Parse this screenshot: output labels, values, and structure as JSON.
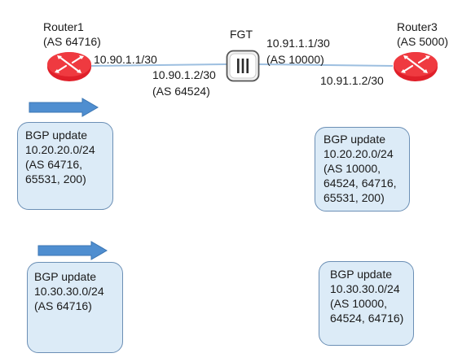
{
  "nodes": {
    "router1": {
      "name": "Router1",
      "as": "(AS 64716)"
    },
    "fgt": {
      "name": "FGT"
    },
    "router3": {
      "name": "Router3",
      "as": "(AS 5000)"
    }
  },
  "links": {
    "router1_ip": "10.90.1.1/30",
    "fgt_left_ip": "10.90.1.2/30",
    "fgt_left_as": "(AS 64524)",
    "fgt_right_ip": "10.91.1.1/30",
    "fgt_right_as": "(AS 10000)",
    "router3_ip": "10.91.1.2/30"
  },
  "updates": {
    "left_top": [
      "BGP update",
      "10.20.20.0/24",
      "(AS 64716,",
      "65531, 200)"
    ],
    "right_top": [
      "BGP update",
      "10.20.20.0/24",
      "(AS 10000,",
      "64524, 64716,",
      "65531, 200)"
    ],
    "left_bottom": [
      "BGP update",
      "10.30.30.0/24",
      "(AS 64716)"
    ],
    "right_bottom": [
      "BGP update",
      "10.30.30.0/24",
      "(AS 10000,",
      "64524, 64716)"
    ]
  },
  "colors": {
    "router_red": "#e0202a",
    "link_line": "#9dbfe0",
    "arrow_blue": "#4f8ed0",
    "box_fill": "#dcebf7",
    "box_border": "#6b8fb5"
  },
  "icons": {
    "router": "router-icon",
    "firewall": "firewall-icon",
    "direction": "right-arrow-icon"
  }
}
